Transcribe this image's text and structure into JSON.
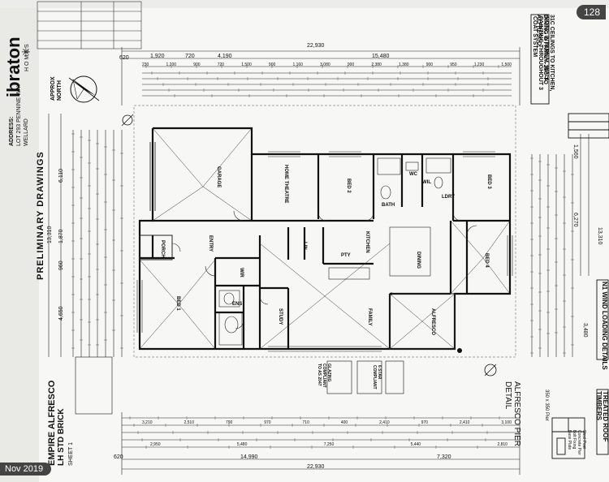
{
  "gallery": {
    "image_count": "128",
    "date_badge": "Nov 2019"
  },
  "brand": {
    "name": "ibraton",
    "sub": "HOMES"
  },
  "address": {
    "label": "ADDRESS:",
    "line1": "LOT 293 PENNINE WAY",
    "line2": "WELLARD"
  },
  "north_label": "APPROX NORTH",
  "preliminary": "PRELIMINARY DRAWINGS",
  "notes": {
    "ceilings": "31C CEILINGS TO KITCHEN, DINING & FAMILY. 28C TO ALFRESCO.",
    "painting": "NOTE: INTERNAL WALL PAINTING THROUGHOUT 3 COAT SYSTEM",
    "wind": "N1 WIND LOADING DETAILS",
    "timbers": "TREATED ROOF TIMBERS",
    "pier": "ALFRESCO PIER DETAIL",
    "pier_size": "350 x 350 Pier",
    "glazing": "GLAZING COMPLIANT TO AS 2047",
    "star": "6 STAR COMPLIANT"
  },
  "title_block": {
    "design": "EMPIRE ALFRESCO",
    "variant": "LH STD BRICK",
    "sheet": "SHEET 1"
  },
  "dims": {
    "overall_width": "22,930",
    "top_a": "1,920",
    "top_b": "720",
    "top_c": "4,190",
    "top_d": "15,480",
    "edge_620": "620",
    "bottom_a": "14,990",
    "bottom_b": "7,320",
    "left_depth": "13,310",
    "left_a": "6,110",
    "left_b": "1,870",
    "left_c": "960",
    "left_d": "4,650",
    "right_a": "1,560",
    "right_b": "6,270",
    "right_c": "3,480",
    "right_depth": "13,310",
    "top_row": [
      "230",
      "1,200",
      "900",
      "720",
      "1,500",
      "900",
      "1,160",
      "3,080",
      "900",
      "2,380",
      "1,380",
      "900",
      "950",
      "1,230",
      "1,500"
    ],
    "bottom_row": [
      "3,210",
      "2,510",
      "790",
      "970",
      "710",
      "400",
      "2,410",
      "970",
      "2,410",
      "3,100"
    ],
    "bottom_row2": [
      "2,950",
      "5,480",
      "7,250",
      "5,440",
      "2,810"
    ]
  },
  "rooms": {
    "garage": "GARAGE",
    "home_theatre": "HOME THEATRE",
    "bed2": "BED 2",
    "bed3": "BED 3",
    "bed4": "BED 4",
    "bed1": "BED 1",
    "wil": "WIL",
    "kitchen": "KITCHEN",
    "dining": "DINING",
    "family": "FAMILY",
    "alfresco": "ALFRESCO",
    "study": "STUDY",
    "porch": "PORCH",
    "entry": "ENTRY",
    "wir": "WIR",
    "ensuite": "ENS",
    "bath": "BATH",
    "ldry": "LDRY",
    "wc": "WC",
    "linen": "LIN",
    "pantry": "PTY"
  },
  "legend_pier": {
    "rows": [
      "Steel Post",
      "Concrete Pier",
      "Bolt Fixing",
      "Base Plate"
    ]
  }
}
